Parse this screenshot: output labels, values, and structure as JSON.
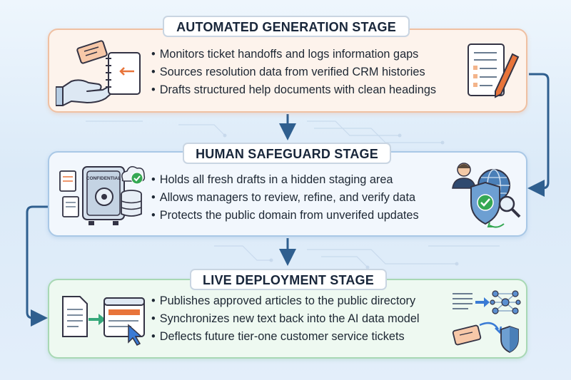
{
  "stages": [
    {
      "title": "AUTOMATED GENERATION STAGE",
      "color": "#efc0a2",
      "bullets": [
        "Monitors ticket handoffs and logs information gaps",
        "Sources resolution data from verified CRM histories",
        "Drafts structured help documents with clean headings"
      ]
    },
    {
      "title": "HUMAN SAFEGUARD STAGE",
      "color": "#a9c8e6",
      "bullets": [
        "Holds all fresh drafts in a hidden staging area",
        "Allows managers to review, refine, and verify data",
        "Protects the public domain from unverifed updates"
      ]
    },
    {
      "title": "LIVE DEPLOYMENT STAGE",
      "color": "#a8d8b4",
      "bullets": [
        "Publishes approved articles to the public directory",
        "Synchronizes new text back into the AI data model",
        "Deflects future tier-one customer service tickets"
      ]
    }
  ],
  "icons": {
    "stage1_left": [
      "ticket-icon",
      "hand-icon",
      "notebook-icon"
    ],
    "stage1_right": [
      "document-with-pen-icon"
    ],
    "stage2_left": [
      "documents-icon",
      "safe-icon",
      "database-icon",
      "cloud-check-icon"
    ],
    "stage2_safe_label": "CONFIDENTIAL",
    "stage2_right": [
      "reviewer-icon",
      "shield-check-icon",
      "globe-icon",
      "magnifier-icon"
    ],
    "stage3_left": [
      "document-icon",
      "browser-window-icon",
      "cursor-icon"
    ],
    "stage3_right": [
      "neural-network-icon",
      "ticket-icon",
      "shield-icon"
    ]
  }
}
